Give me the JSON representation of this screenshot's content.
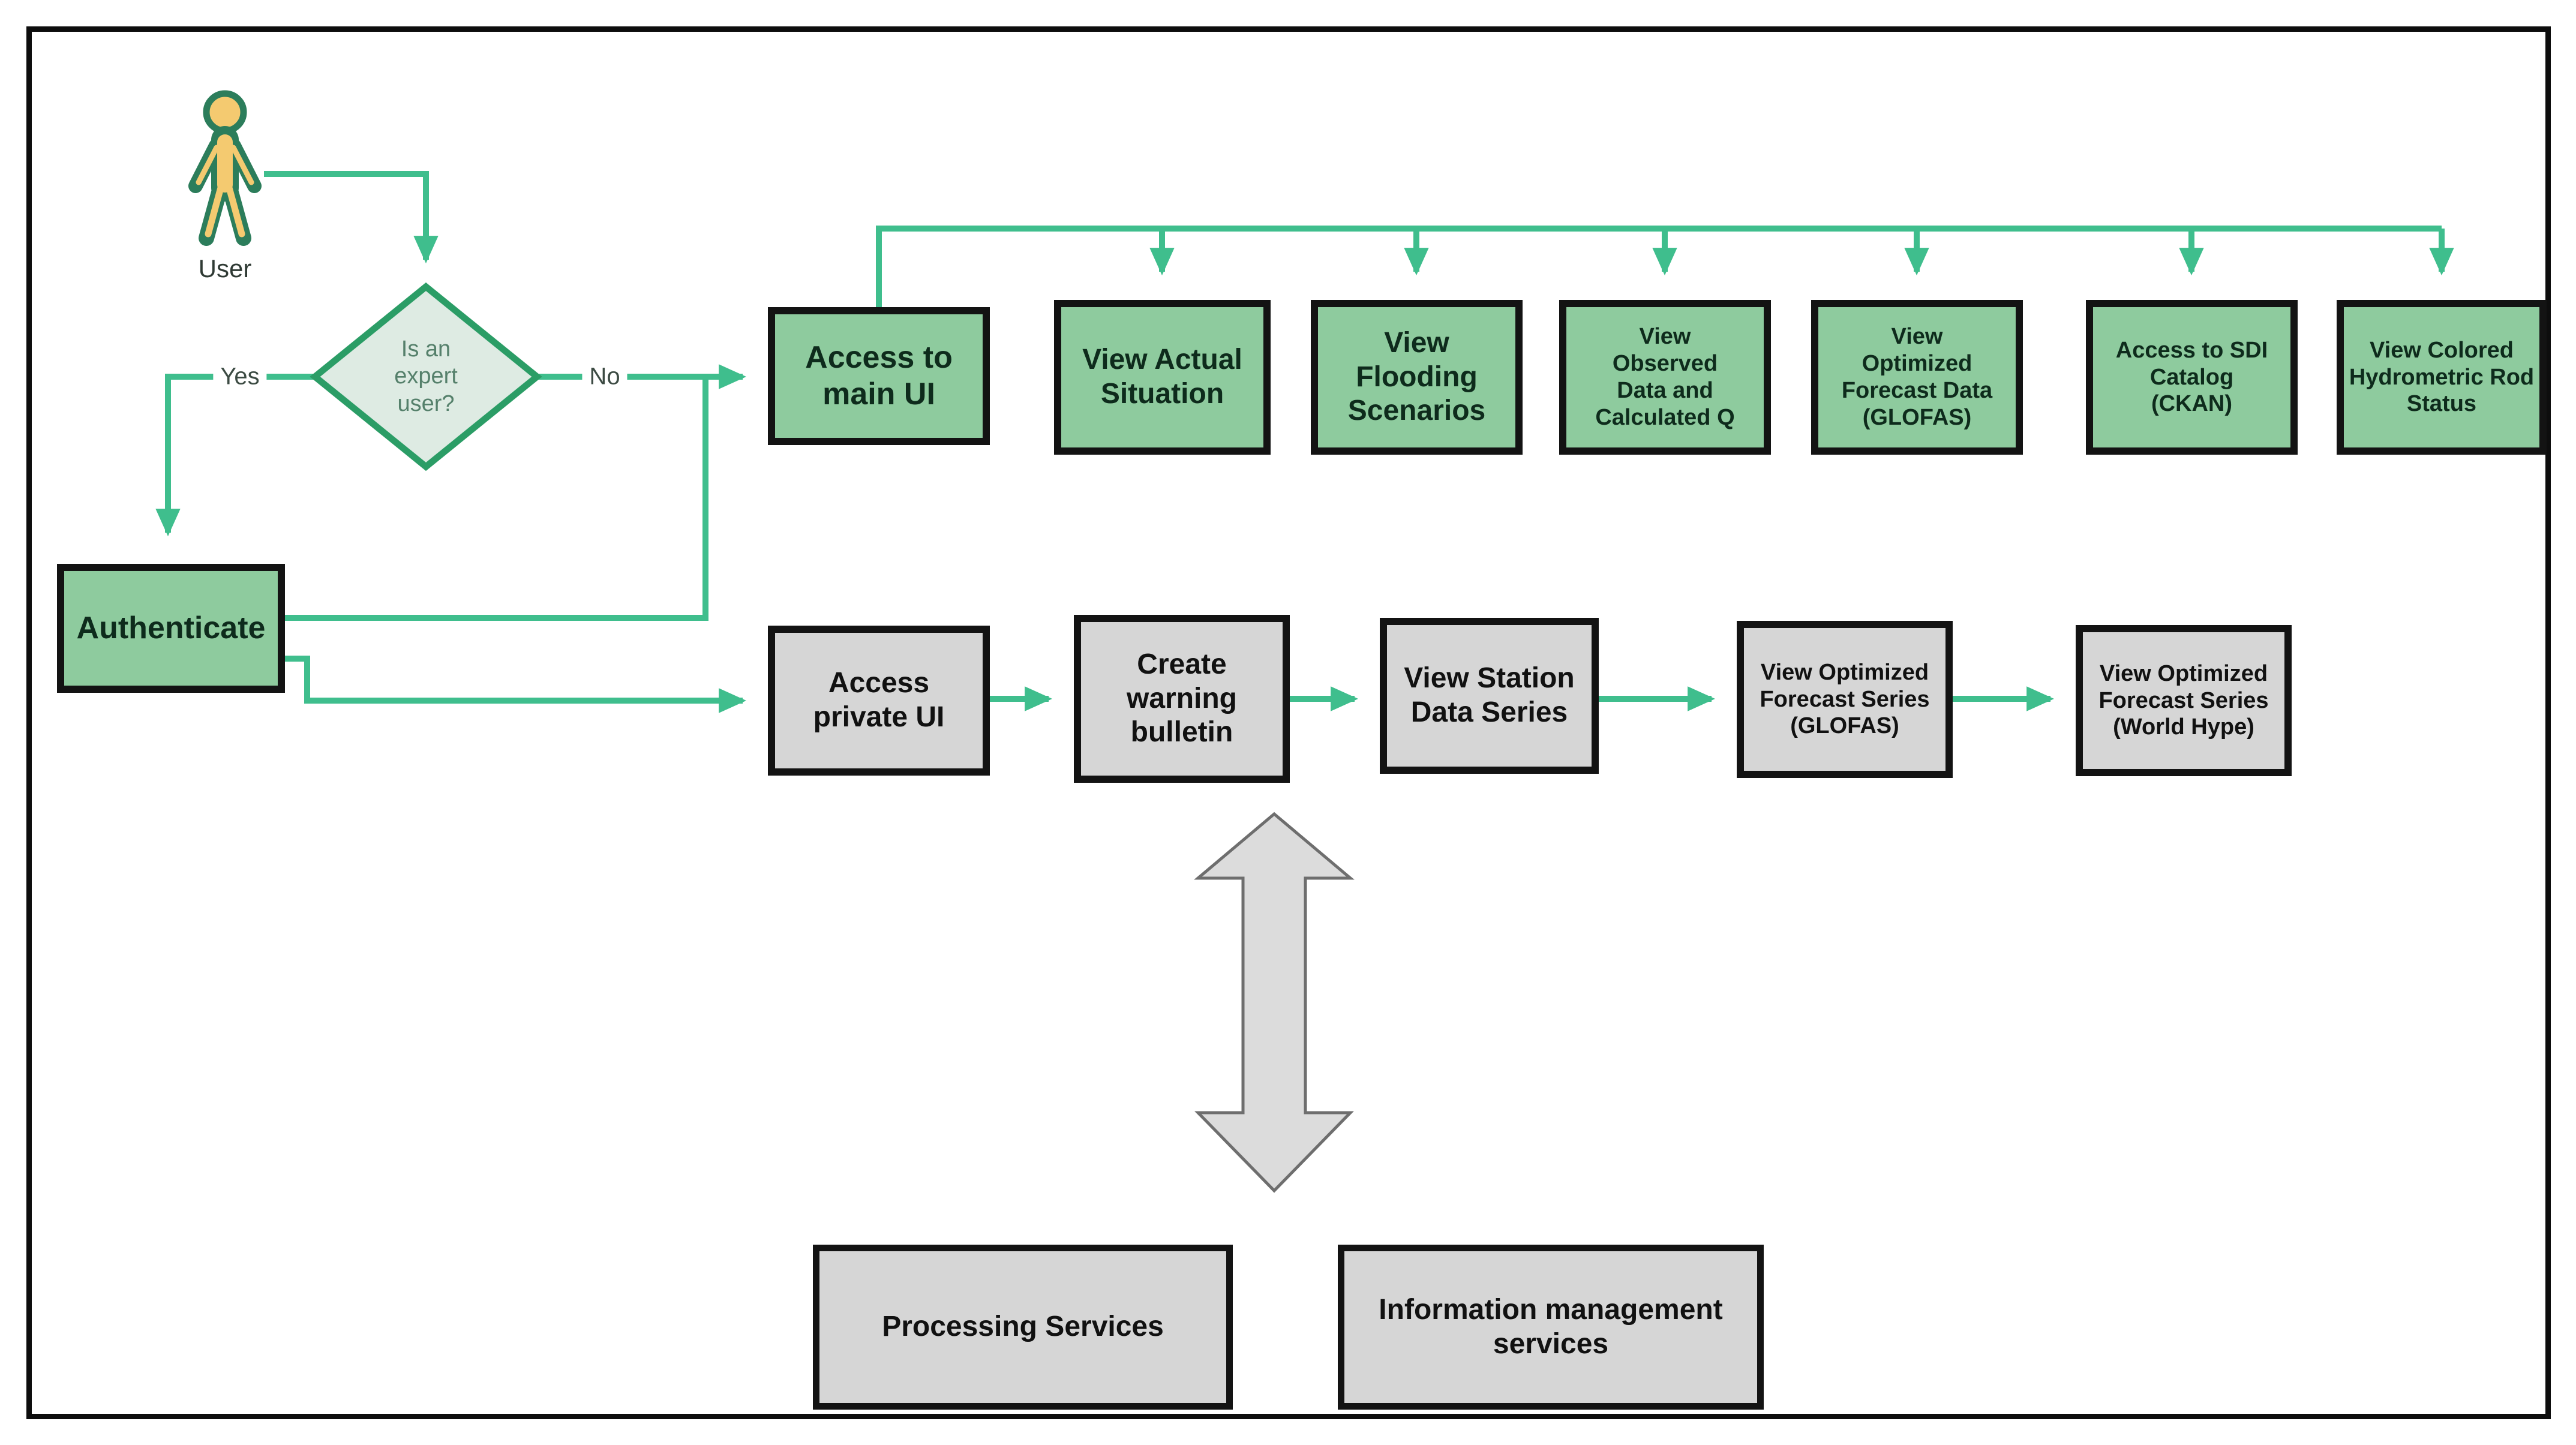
{
  "user": {
    "label": "User"
  },
  "decision": {
    "question": "Is an\nexpert\nuser?",
    "yes_label": "Yes",
    "no_label": "No"
  },
  "auth": {
    "label": "Authenticate"
  },
  "main_ui": {
    "label": "Access to\nmain UI"
  },
  "public_actions": [
    {
      "label": "View Actual\nSituation"
    },
    {
      "label": "View\nFlooding\nScenarios"
    },
    {
      "label": "View\nObserved\nData and\nCalculated Q"
    },
    {
      "label": "View\nOptimized\nForecast Data\n(GLOFAS)"
    },
    {
      "label": "Access to SDI\nCatalog\n(CKAN)"
    },
    {
      "label": "View Colored\nHydrometric Rod\nStatus"
    }
  ],
  "private_flow": [
    {
      "label": "Access\nprivate UI"
    },
    {
      "label": "Create\nwarning\nbulletin"
    },
    {
      "label": "View Station\nData Series"
    },
    {
      "label": "View Optimized\nForecast  Series\n(GLOFAS)"
    },
    {
      "label": "View Optimized\nForecast  Series\n(World Hype)"
    }
  ],
  "services": [
    {
      "label": "Processing Services"
    },
    {
      "label": "Information management\nservices"
    }
  ],
  "colors": {
    "node_green": "#8ECB9E",
    "connector_green": "#3FBE8D",
    "diamond_fill": "#DEEBE3",
    "diamond_border": "#2B9D66",
    "node_gray": "#D6D6D6",
    "big_arrow_gray": "#DCDCDC",
    "icon_body_yellow": "#F4CA70",
    "icon_outline_green": "#2C7D5B",
    "border_black": "#131313"
  }
}
